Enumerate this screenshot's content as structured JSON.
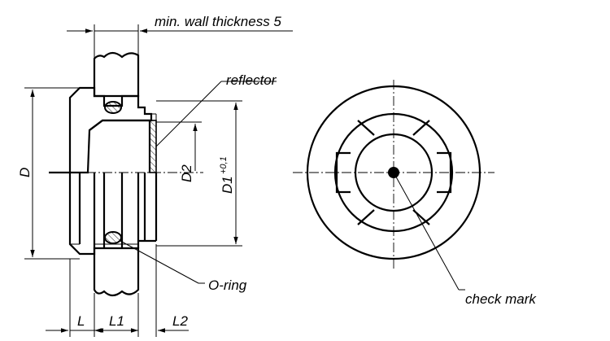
{
  "labels": {
    "wall_thickness": "min. wall thickness 5",
    "reflector": "reflector",
    "o_ring": "O-ring",
    "check_mark": "check mark",
    "d": "D",
    "d2": "D2",
    "d1": "D1",
    "d1_tolerance": "+0,1",
    "l": "L",
    "l1": "L1",
    "l2": "L2"
  }
}
